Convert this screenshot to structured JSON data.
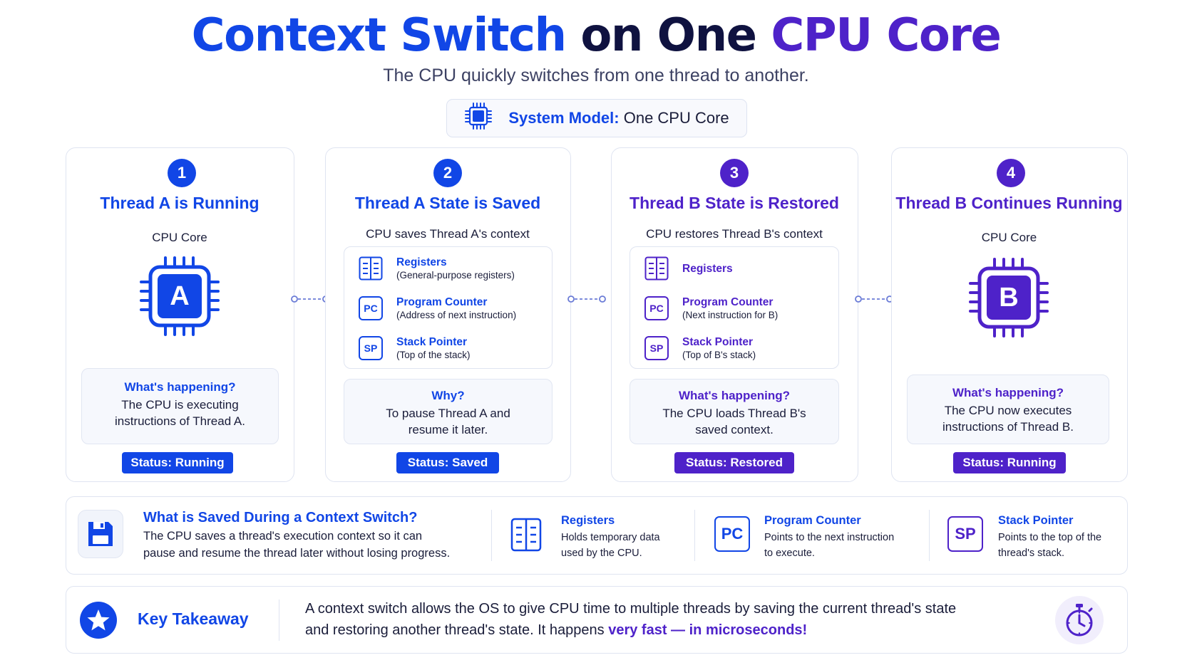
{
  "header": {
    "title_part1": "Context Switch",
    "title_part2": "on One",
    "title_part3": "CPU Core",
    "subtitle": "The CPU quickly switches from one thread to another.",
    "system_model_label": "System Model:",
    "system_model_value": "One CPU Core"
  },
  "steps": [
    {
      "number": "1",
      "title": "Thread A is Running",
      "subtitle": "CPU Core",
      "chip_letter": "A",
      "info_heading": "What's happening?",
      "info_body": [
        "The CPU is executing",
        "instructions of Thread A."
      ],
      "status": "Status: Running"
    },
    {
      "number": "2",
      "title": "Thread A State is Saved",
      "subtitle": "CPU saves Thread A's context",
      "registers": [
        {
          "name": "Registers",
          "desc": "(General-purpose registers)",
          "icon": "registers-icon"
        },
        {
          "name": "Program Counter",
          "desc": "(Address of next instruction)",
          "badge": "PC"
        },
        {
          "name": "Stack Pointer",
          "desc": "(Top of the stack)",
          "badge": "SP"
        }
      ],
      "info_heading": "Why?",
      "info_body": [
        "To pause Thread A and",
        "resume it later."
      ],
      "status": "Status: Saved"
    },
    {
      "number": "3",
      "title": "Thread B State is Restored",
      "subtitle": "CPU restores Thread B's context",
      "registers": [
        {
          "name": "Registers",
          "desc": "",
          "icon": "registers-icon"
        },
        {
          "name": "Program Counter",
          "desc": "(Next instruction for B)",
          "badge": "PC"
        },
        {
          "name": "Stack Pointer",
          "desc": "(Top of B's stack)",
          "badge": "SP"
        }
      ],
      "info_heading": "What's happening?",
      "info_body": [
        "The CPU loads Thread B's",
        "saved context."
      ],
      "status": "Status: Restored"
    },
    {
      "number": "4",
      "title": "Thread B Continues Running",
      "subtitle": "CPU Core",
      "chip_letter": "B",
      "info_heading": "What's happening?",
      "info_body": [
        "The CPU now executes",
        "instructions of Thread B."
      ],
      "status": "Status: Running"
    }
  ],
  "saved_section": {
    "title": "What is Saved During a Context Switch?",
    "body": [
      "The CPU saves a thread's execution context so it can",
      "pause and resume the thread later without losing progress."
    ],
    "items": [
      {
        "name": "Registers",
        "desc": [
          "Holds temporary data",
          "used by the CPU."
        ]
      },
      {
        "name": "Program Counter",
        "badge": "PC",
        "desc": [
          "Points to the next instruction",
          "to execute."
        ]
      },
      {
        "name": "Stack Pointer",
        "badge": "SP",
        "desc": [
          "Points to the top of the",
          "thread's stack."
        ]
      }
    ]
  },
  "takeaway": {
    "label": "Key Takeaway",
    "line1": "A context switch allows the OS to give CPU time to multiple threads by saving the current thread's state",
    "line2_plain": "and restoring another thread's state. It happens ",
    "line2_emphasis": "very fast — in microseconds!"
  },
  "colors": {
    "blue": "#1146e6",
    "purple": "#4e22c9",
    "dark": "#0f1240"
  }
}
